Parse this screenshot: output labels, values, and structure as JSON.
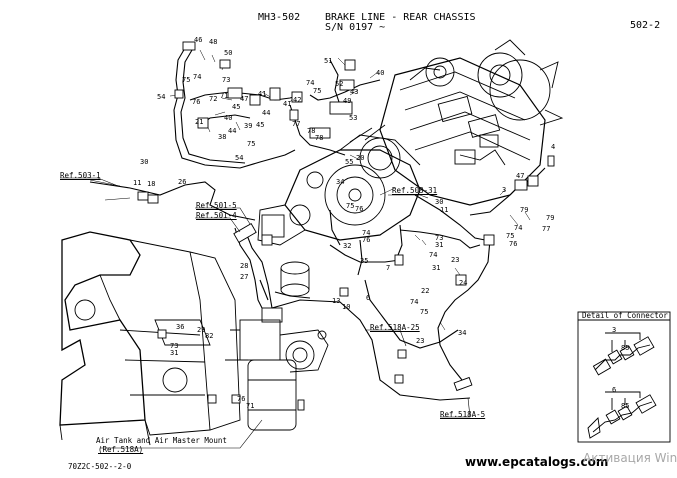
{
  "header": {
    "model": "MH3-502",
    "title": "BRAKE LINE - REAR CHASSIS",
    "serial": "S/N 0197 ~",
    "page_code": "502-2"
  },
  "refs": {
    "r503_1": "Ref.503-1",
    "r501_5": "Ref.501-5",
    "r501_4": "Ref.501-4",
    "r503_31": "Ref.503-31",
    "r518a_25": "Ref.518A-25",
    "r518a_5": "Ref.518A-5"
  },
  "connector_detail": {
    "title": "Detail of Connector",
    "n3": "3",
    "n85a": "85",
    "n6": "6",
    "n85b": "85"
  },
  "air_tank": {
    "title": "Air Tank and Air Master Mount",
    "ref": "(Ref.518A)"
  },
  "footer": {
    "drawing_no": "70Z2C-502--2-0",
    "website": "www.epcatalogs.com",
    "watermark": "Активация Wind"
  },
  "callouts": {
    "c48": "48",
    "c50": "50",
    "c46": "46",
    "c75a": "75",
    "c74a": "74",
    "c73a": "73",
    "c72": "72",
    "c71": "71",
    "c54a": "54",
    "c76a": "76",
    "c44a": "44",
    "c47": "47",
    "c41": "41",
    "c45a": "45",
    "c39": "39",
    "c21": "21",
    "c38": "38",
    "c44b": "44",
    "c40a": "40",
    "c54b": "54",
    "c75b": "75",
    "c45b": "45",
    "c51": "51",
    "c52": "52",
    "c40b": "40",
    "c43": "43",
    "c49": "49",
    "c53": "53",
    "c74b": "74",
    "c75c": "75",
    "c42": "42",
    "c41b": "41",
    "c77": "77",
    "c78a": "78",
    "c78b": "78",
    "c20": "20",
    "c55": "55",
    "c30a": "30",
    "c11a": "11",
    "c18": "18",
    "c26": "26",
    "c34": "34",
    "c75d": "75",
    "c76b": "76",
    "c30b": "30",
    "c11b": "11",
    "c4": "4",
    "c3": "3",
    "c47b": "47",
    "c79a": "79",
    "c79b": "79",
    "c74c": "74",
    "c75e": "75",
    "c76c": "76",
    "c77b": "77",
    "c32": "32",
    "c74d": "74",
    "c76d": "76",
    "c35": "35",
    "c7": "7",
    "c73b": "73",
    "c31a": "31",
    "c74e": "74",
    "c31b": "31",
    "c23a": "23",
    "c24": "24",
    "c22": "22",
    "c28": "28",
    "c27": "27",
    "c13": "13",
    "c6": "6",
    "c10": "10",
    "c74f": "74",
    "c75f": "75",
    "c34b": "34",
    "c23b": "23",
    "c36": "36",
    "c82": "82",
    "c29": "29",
    "c73c": "73",
    "c31c": "31",
    "c76e": "76",
    "c71b": "71"
  }
}
